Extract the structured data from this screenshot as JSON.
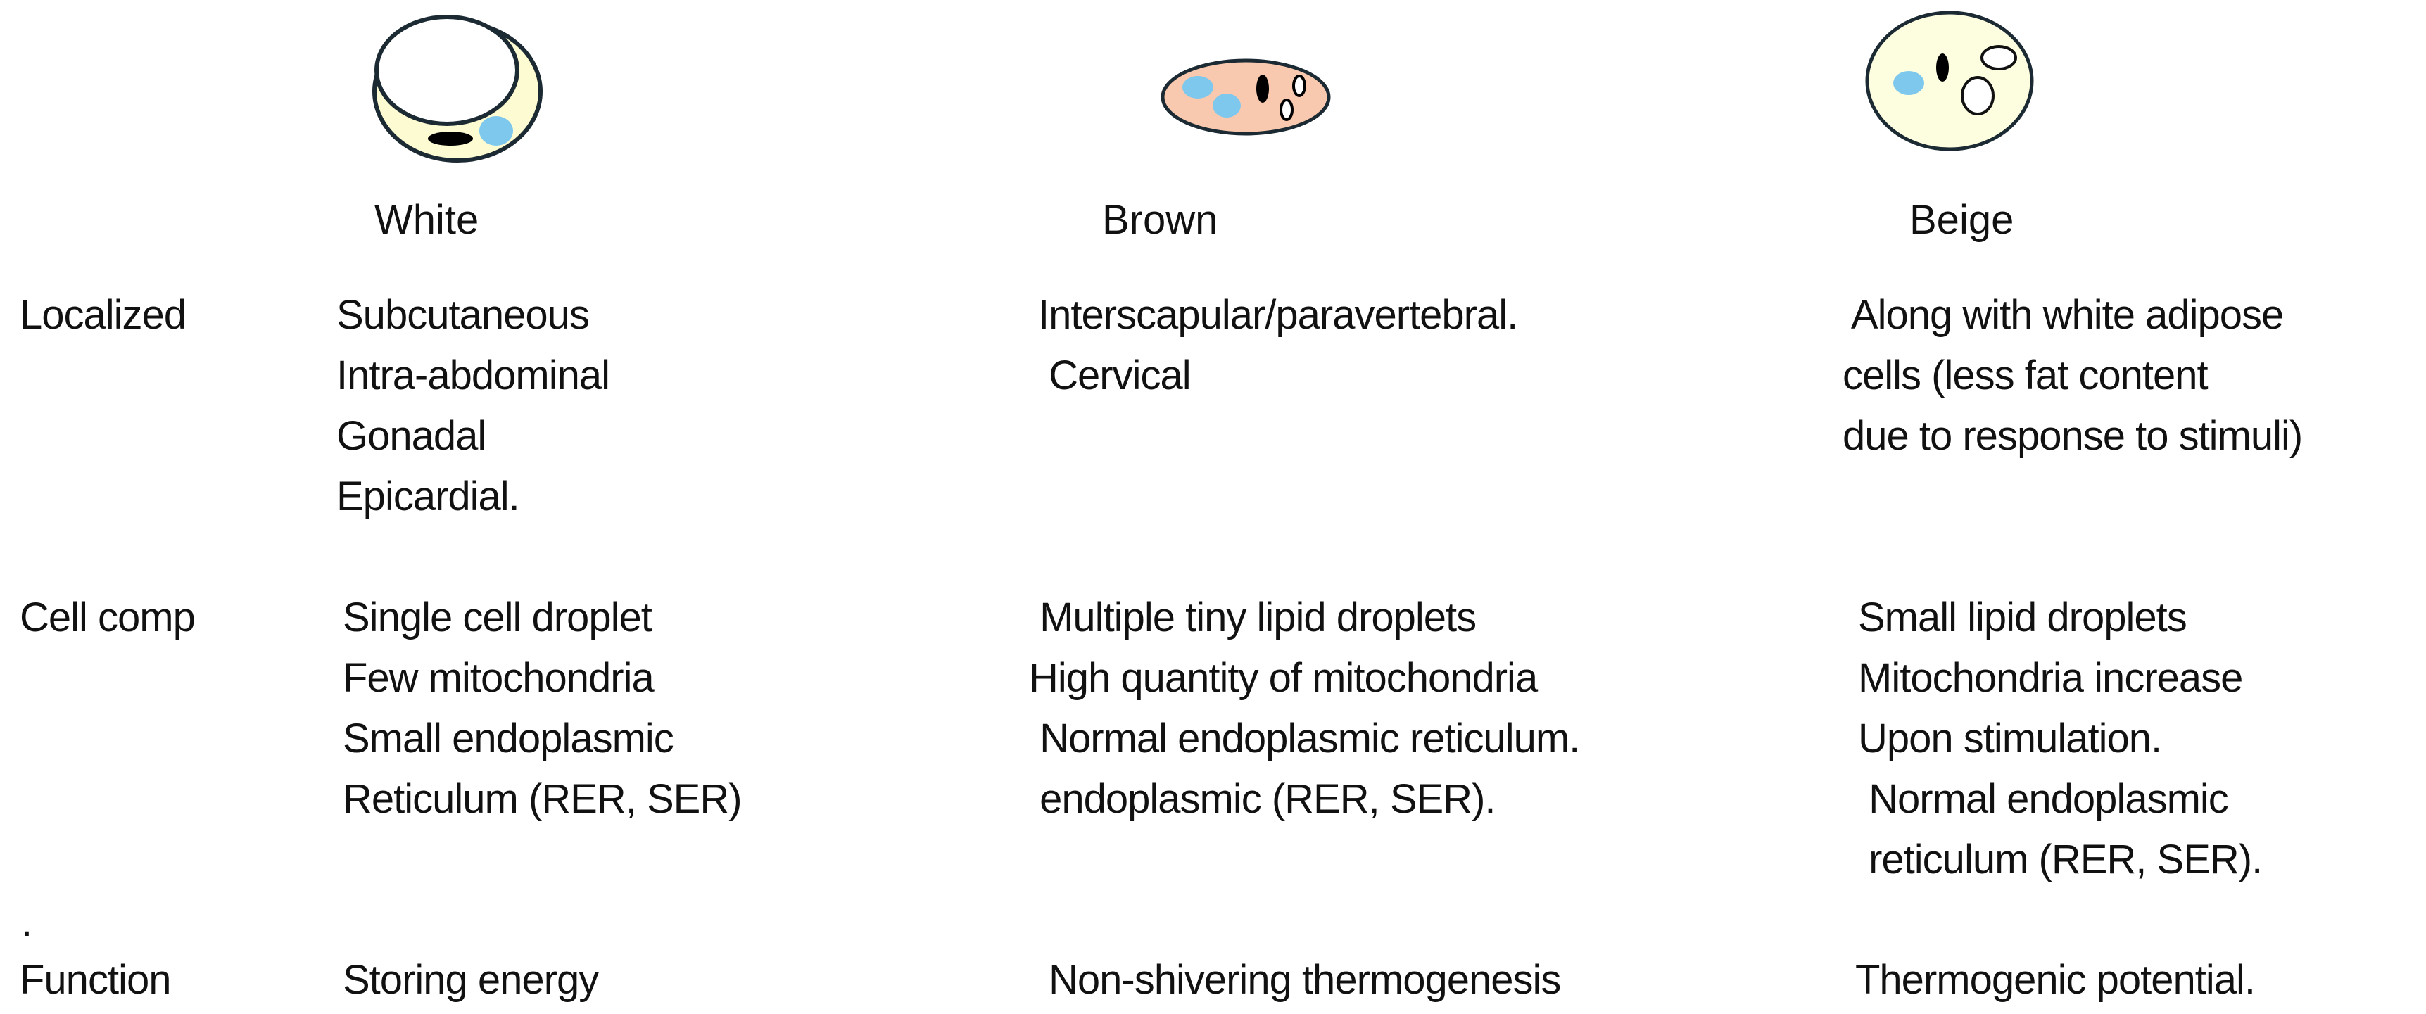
{
  "columns": [
    {
      "key": "white",
      "label": "White"
    },
    {
      "key": "brown",
      "label": "Brown"
    },
    {
      "key": "beige",
      "label": "Beige"
    }
  ],
  "colors": {
    "white_cytoplasm": "#fdfbd2",
    "brown_cytoplasm": "#f8c9ae",
    "beige_cytoplasm": "#fdfde0",
    "lipid_droplet_blue": "#7ec8ee",
    "outline": "#1c2a33",
    "nucleus": "#000000"
  },
  "rows": [
    {
      "label": "Localized",
      "white": [
        "Subcutaneous",
        " Intra-abdominal",
        "Gonadal",
        "Epicardial."
      ],
      "brown": [
        "Interscapular/paravertebral.",
        " Cervical"
      ],
      "beige": [
        " Along with white adipose",
        "cells (less fat content",
        "due to response to stimuli)"
      ]
    },
    {
      "label": "Cell comp",
      "white": [
        "Single cell droplet",
        "Few mitochondria",
        "Small endoplasmic",
        "Reticulum (RER, SER)"
      ],
      "brown": [
        " Multiple tiny lipid droplets",
        "High quantity of mitochondria",
        " Normal endoplasmic reticulum.",
        " endoplasmic (RER, SER)."
      ],
      "beige": [
        "Small lipid droplets",
        "Mitochondria increase",
        "Upon stimulation.",
        " Normal endoplasmic",
        " reticulum (RER, SER)."
      ]
    },
    {
      "separator": "."
    },
    {
      "label": "Function",
      "white": [
        "Storing energy"
      ],
      "brown": [
        "Non-shivering thermogenesis"
      ],
      "beige": [
        "Thermogenic potential."
      ]
    }
  ]
}
